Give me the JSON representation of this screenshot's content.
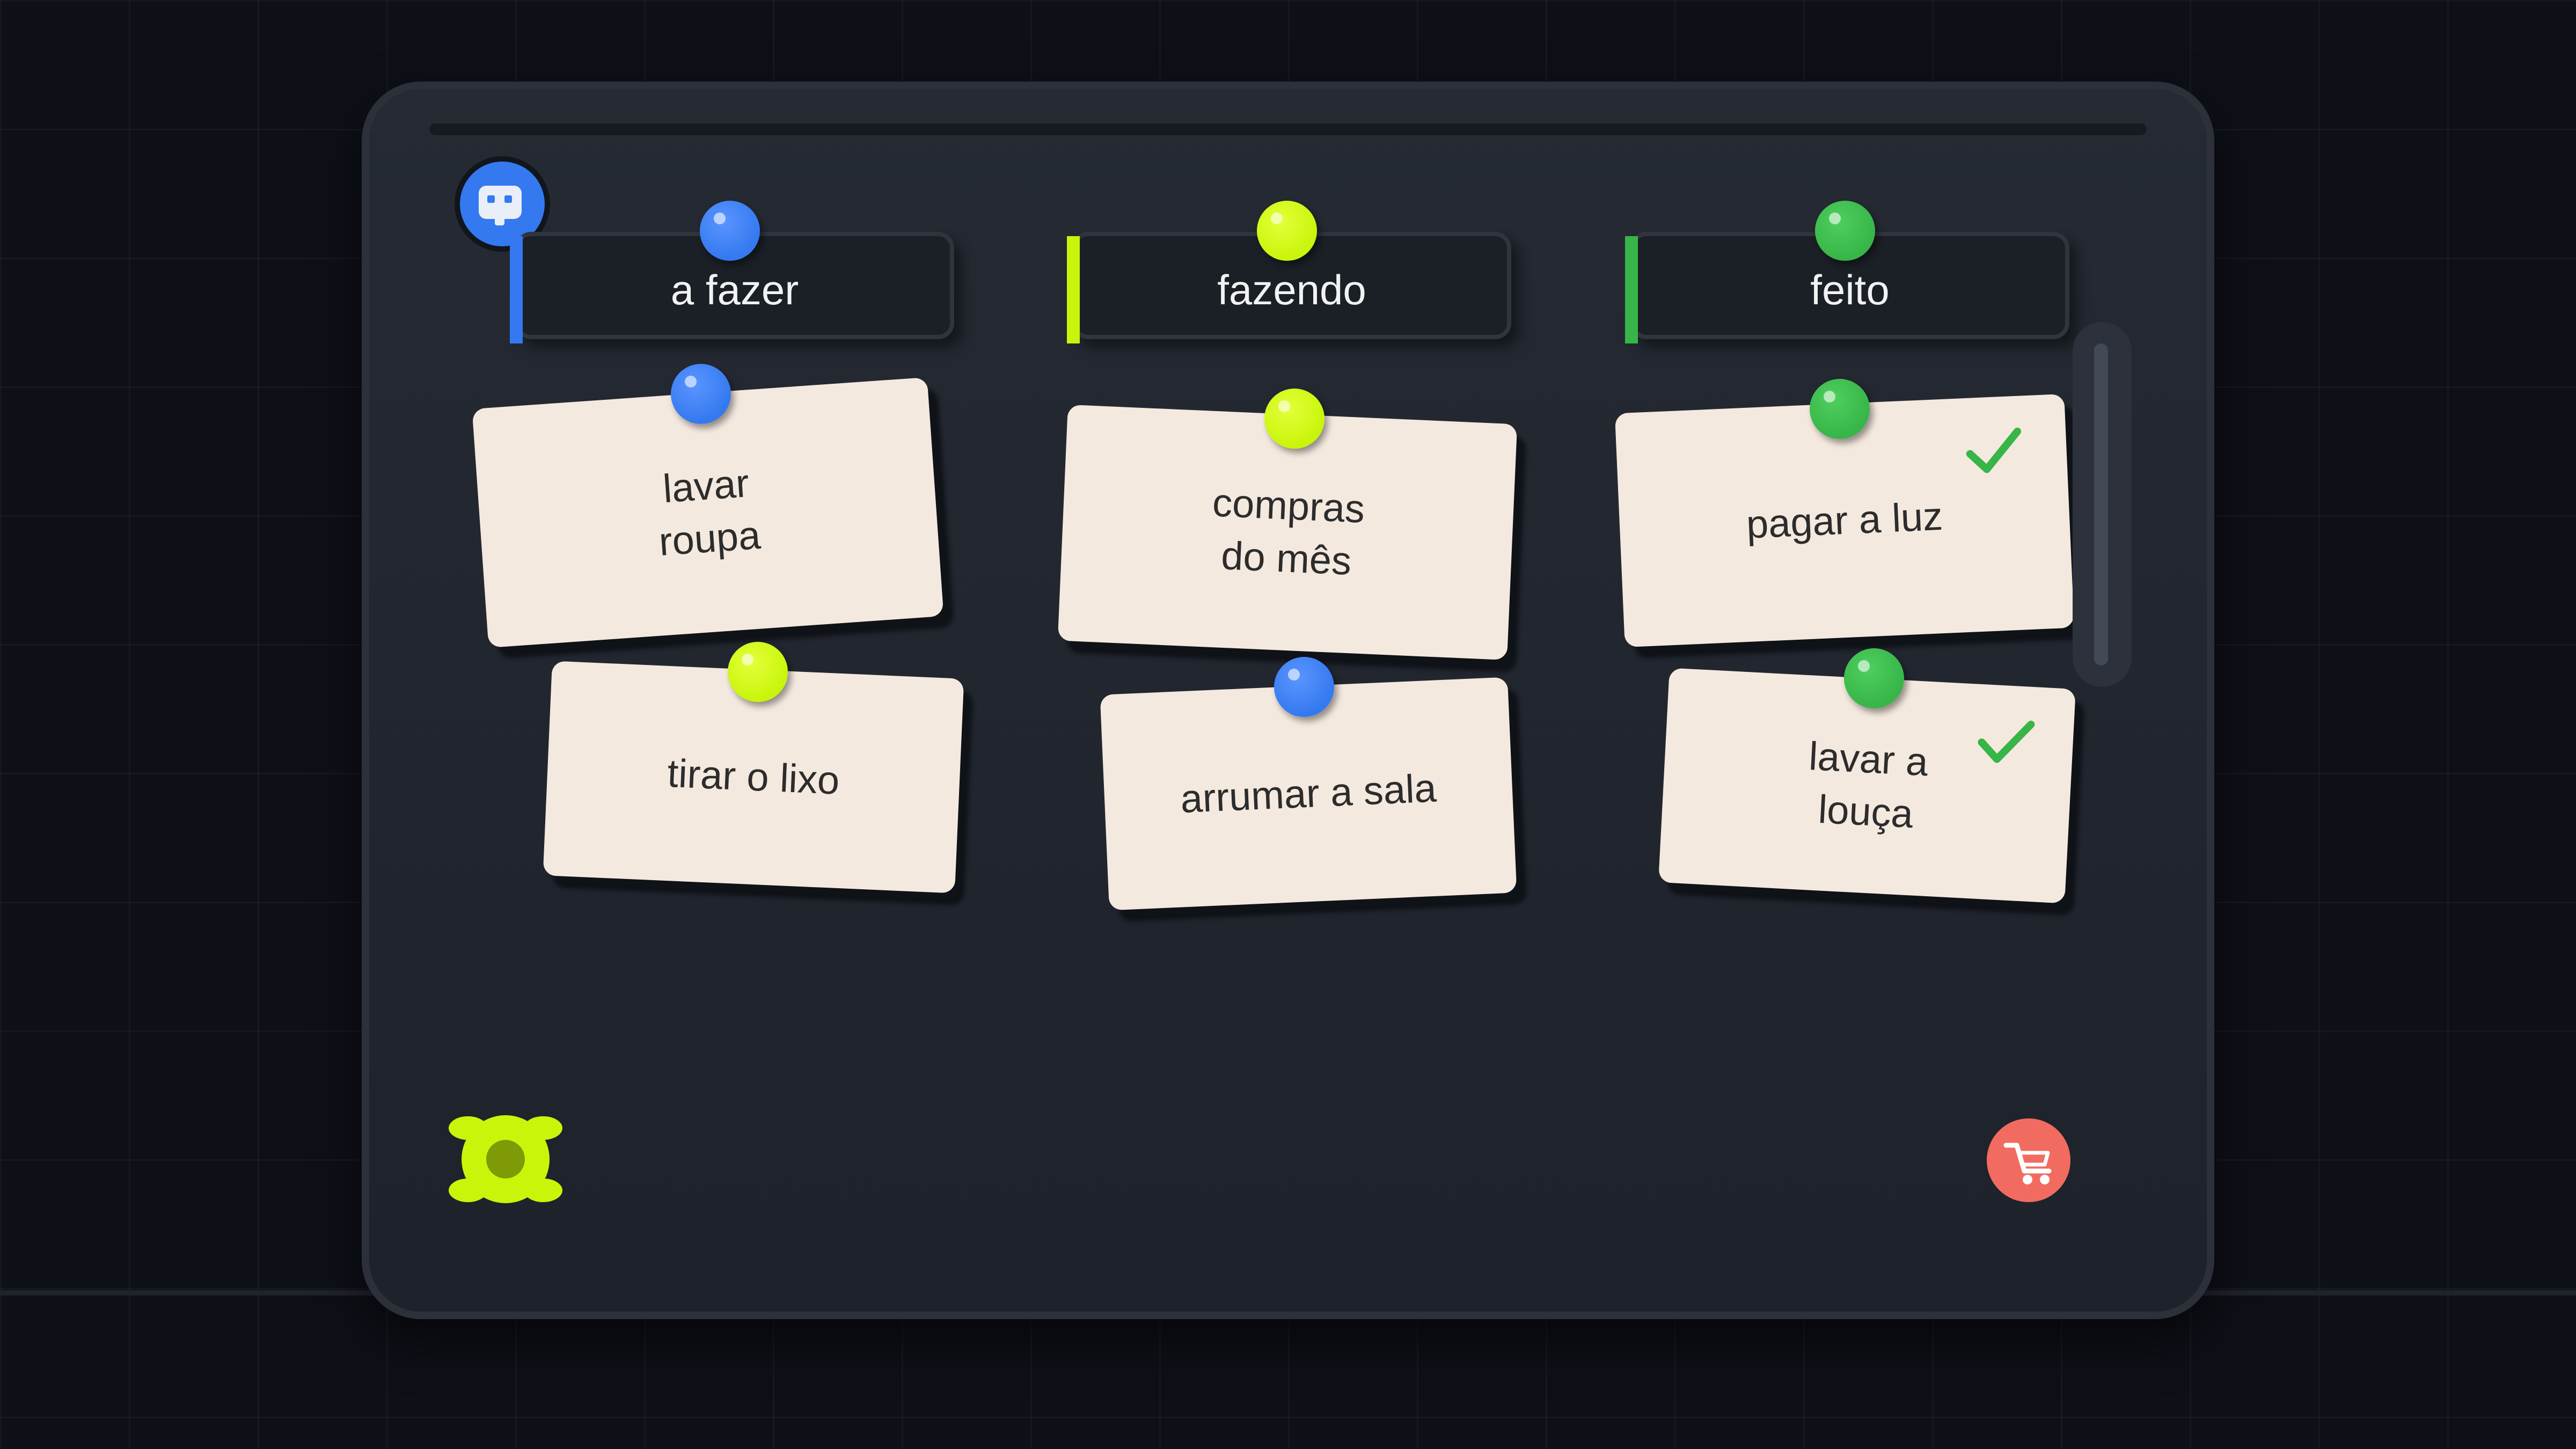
{
  "columns": [
    {
      "label": "a fazer",
      "color": "#3479f0"
    },
    {
      "label": "fazendo",
      "color": "#c8f50a"
    },
    {
      "label": "feito",
      "color": "#37b548"
    }
  ],
  "cards": {
    "todo": [
      "lavar\nroupa",
      "tirar o lixo"
    ],
    "doing": [
      "compras\ndo mês",
      "arrumar a sala"
    ],
    "done": [
      "pagar a luz",
      "lavar a\nlouça"
    ]
  },
  "icons": {
    "avatar": "robot-face-icon",
    "settings": "flower-gear-icon",
    "cart": "cart-icon",
    "check": "check-icon"
  },
  "colors": {
    "blue": "#3479f0",
    "lime": "#c8f50a",
    "green": "#37b548",
    "cart": "#f26b61",
    "card": "#f4e9df"
  }
}
